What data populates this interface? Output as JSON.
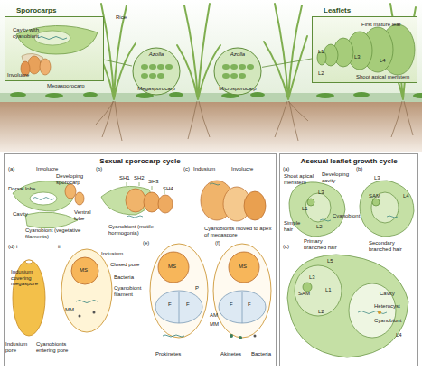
{
  "diagram": {
    "nodes": [
      {
        "text": [
          "Sporocarps"
        ]
      },
      {
        "text": [
          "Azolla",
          "Megasporocarp"
        ]
      },
      {
        "text": [
          "Azolla",
          "Microsporocarp"
        ]
      },
      {
        "text": [
          "Leaflets"
        ]
      },
      {
        "text": [
          "Sexual sporocarp cycle"
        ]
      },
      {
        "text": [
          "Asexual leaflet growth cycle"
        ]
      }
    ],
    "edges": [
      {
        "from": 1,
        "to": 0,
        "arrow": "none"
      },
      {
        "from": 2,
        "to": 3,
        "arrow": "none"
      }
    ],
    "labels": [
      "Cavity with cyanobiont",
      "Involucre",
      "Megasporocarp",
      "Rice",
      "First mature leaf",
      "L1",
      "L2",
      "L3",
      "L4",
      "Shoot apical meristem",
      "(a)",
      "Involucre",
      "Developing sporocarp",
      "Dorsal lobe",
      "Cavity",
      "Cyanobiont (vegetative filaments)",
      "Ventral lobe",
      "(b)",
      "SH1",
      "SH2",
      "SH3",
      "SH4",
      "Cyanobiont (motile hormogonia)",
      "(c)",
      "Indusium",
      "Involucre",
      "Cyanobionts moved to apex of megaspore",
      "(d) i",
      "ii",
      "Indusium covering megaspore",
      "Indusium pore",
      "Cyanobionts entering pore",
      "MS",
      "Indusium",
      "Closed pore",
      "Bacteria",
      "Cyanobiont filament",
      "MM",
      "(e)",
      "MS",
      "P",
      "F",
      "F",
      "AM",
      "MM",
      "Prokinetes",
      "(f)",
      "MS",
      "F",
      "F",
      "Akinetes",
      "Bacteria",
      "(a)",
      "Shoot apical meristem",
      "Developing cavity",
      "L3",
      "L1",
      "Simple hair",
      "Primary branched hair",
      "L2",
      "Cyanobiont",
      "(b)",
      "L3",
      "SAM",
      "L4",
      "Secondary branched hair",
      "(c)",
      "L5",
      "L3",
      "SAM",
      "L1",
      "L2",
      "Cavity",
      "Heterocyst",
      "Cyanobiont",
      "L4"
    ]
  }
}
